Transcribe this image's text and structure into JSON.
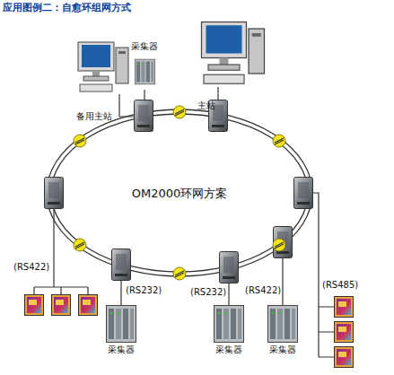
{
  "diagram": {
    "title": "应用图例二：自愈环组网方式",
    "nodes": [
      {
        "text": [
          "备用主站"
        ]
      },
      {
        "text": [
          "采集器"
        ]
      },
      {
        "text": [
          "主站"
        ]
      },
      {
        "text": [
          "采集器"
        ]
      },
      {
        "text": [
          "采集器"
        ]
      },
      {
        "text": [
          "采集器"
        ]
      }
    ],
    "labels": [
      "OM2000环网方案",
      "(RS422)",
      "(RS232)",
      "(RS232)",
      "(RS422)",
      "(RS485)"
    ]
  }
}
